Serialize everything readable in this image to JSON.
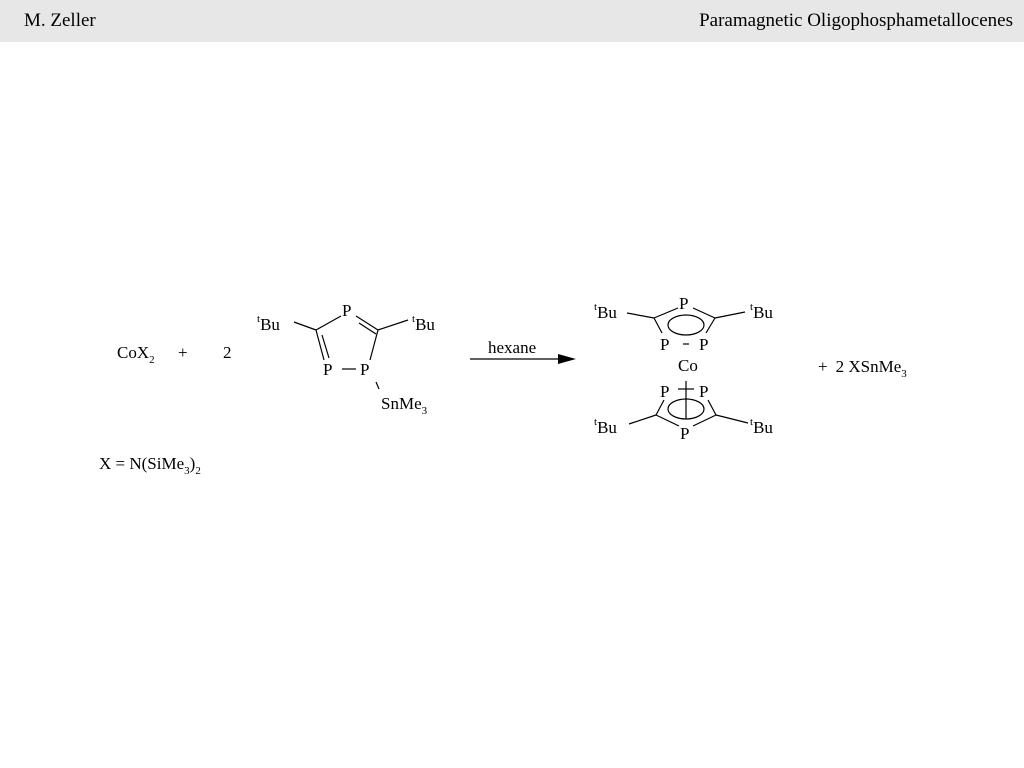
{
  "header": {
    "author": "M. Zeller",
    "title": "Paramagnetic Oligophosphametallocenes"
  },
  "scheme": {
    "reactant1": {
      "main": "CoX",
      "sub": "2"
    },
    "plus1": "+",
    "coefficient": "2",
    "ligand": {
      "atom_p_top": "P",
      "atom_p_left": "P",
      "atom_p_right": "P",
      "tbu_sup": "t",
      "tbu_main": "Bu",
      "sn_main": "SnMe",
      "sn_sub": "3"
    },
    "arrow_label": "hexane",
    "product": {
      "top_p": "P",
      "top_pl": "P",
      "top_pr": "P",
      "metal": "Co",
      "bot_pl": "P",
      "bot_pr": "P",
      "bot_p": "P",
      "tbu_sup": "t",
      "tbu_main": "Bu"
    },
    "byproduct": {
      "prefix": "+",
      "main": "2 XSnMe",
      "sub": "3"
    },
    "definition": {
      "pre": "X = N(SiMe",
      "sub1": "3",
      "close": ")",
      "sub2": "2"
    }
  }
}
